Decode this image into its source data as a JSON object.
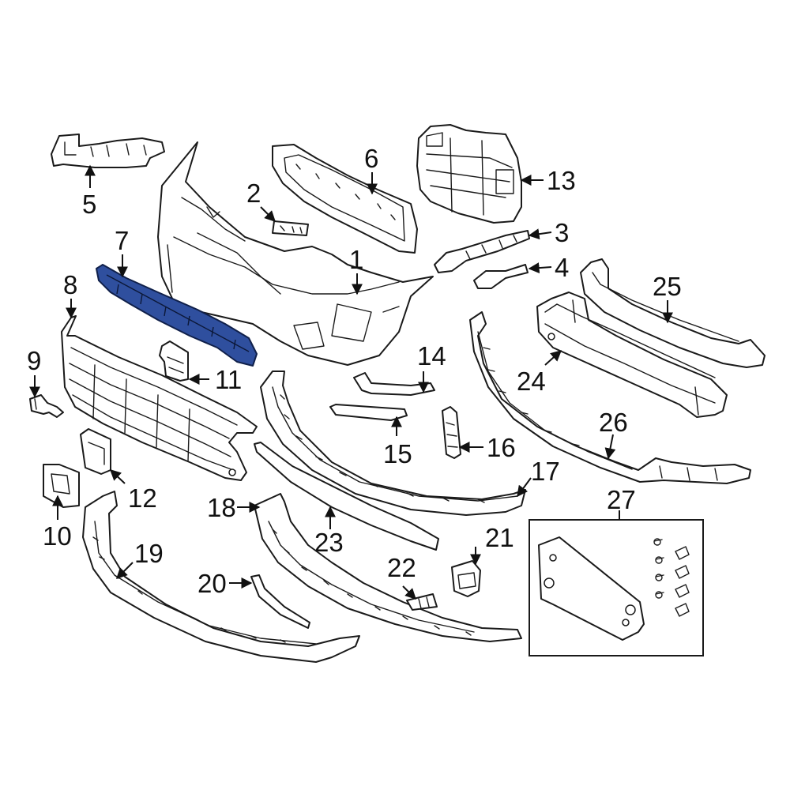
{
  "diagram": {
    "accent_color": "#2f4f9e",
    "highlighted_part": "7",
    "labels": {
      "p1": "1",
      "p2": "2",
      "p3": "3",
      "p4": "4",
      "p5": "5",
      "p6": "6",
      "p7": "7",
      "p8": "8",
      "p9": "9",
      "p10": "10",
      "p11": "11",
      "p12": "12",
      "p13": "13",
      "p14": "14",
      "p15": "15",
      "p16": "16",
      "p17": "17",
      "p18": "18",
      "p19": "19",
      "p20": "20",
      "p21": "21",
      "p22": "22",
      "p23": "23",
      "p24": "24",
      "p25": "25",
      "p26": "26",
      "p27": "27"
    }
  }
}
